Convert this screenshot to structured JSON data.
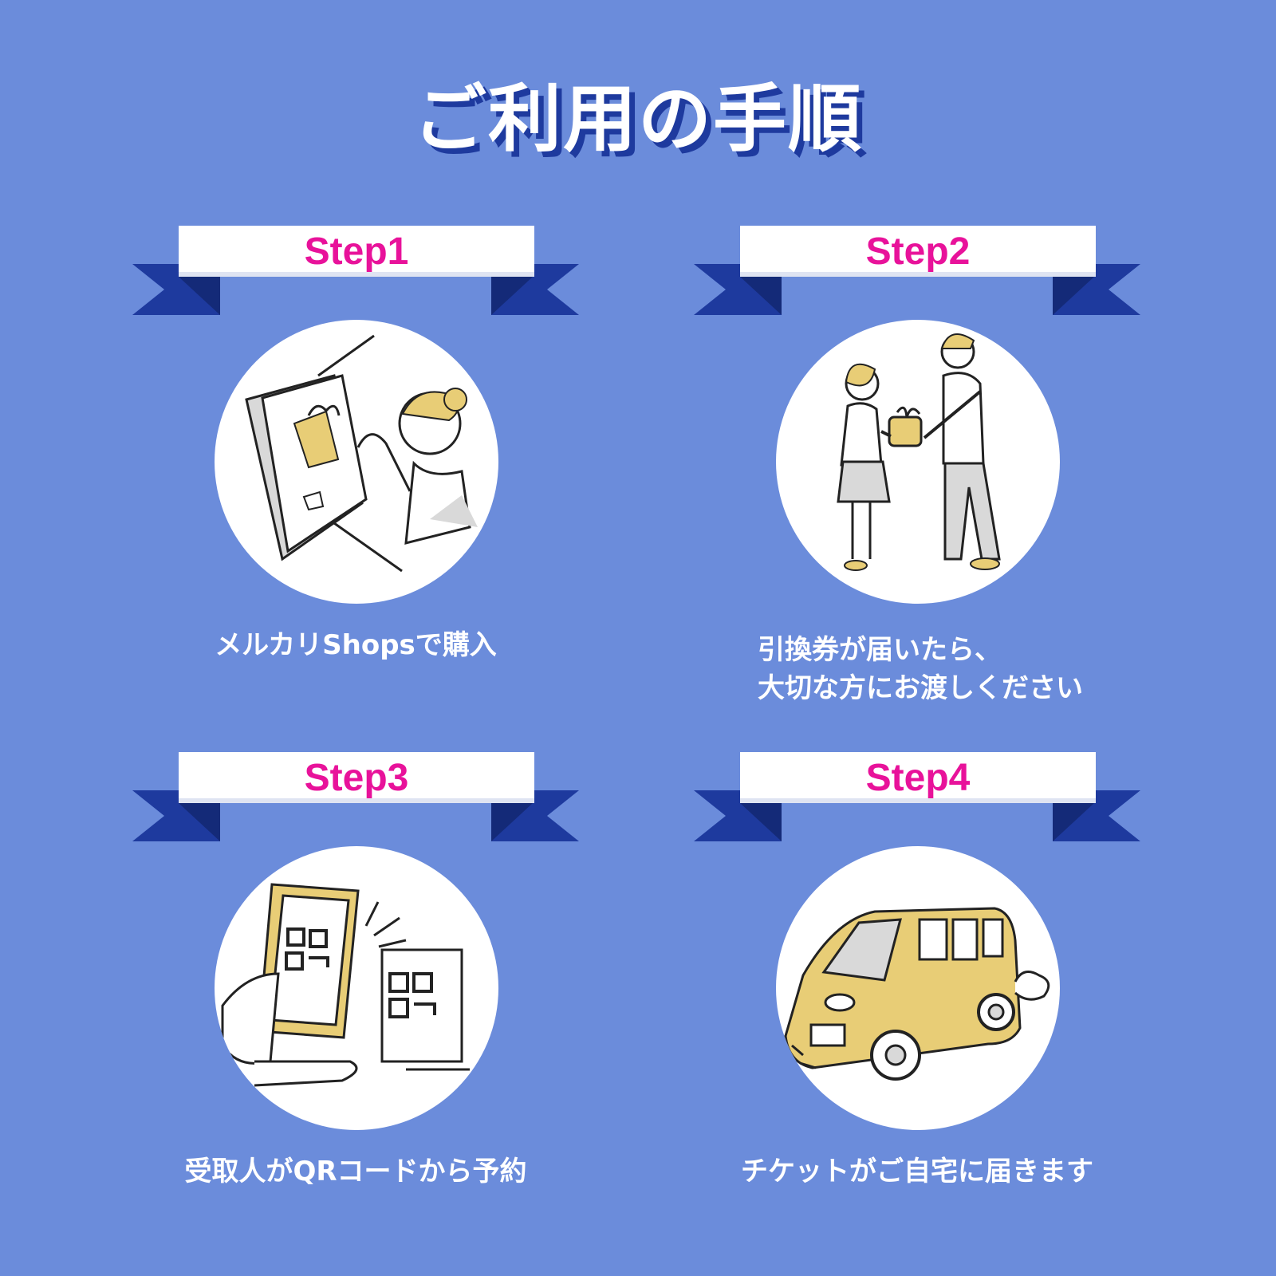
{
  "title": "ご利用の手順",
  "colors": {
    "background": "#6b8cdb",
    "ribbon_dark": "#1e3a9e",
    "step_label": "#e8129a",
    "illustration_accent": "#e8cd76"
  },
  "steps": [
    {
      "label": "Step1",
      "caption_lines": [
        "メルカリShopsで購入"
      ],
      "illustration": "woman-tapping-phone-icon"
    },
    {
      "label": "Step2",
      "caption_lines": [
        "引換券が届いたら、",
        "大切な方にお渡しください"
      ],
      "illustration": "man-giving-gift-to-woman-icon"
    },
    {
      "label": "Step3",
      "caption_lines": [
        "受取人がQRコードから予約"
      ],
      "illustration": "qr-code-scan-icon"
    },
    {
      "label": "Step4",
      "caption_lines": [
        "チケットがご自宅に届きます"
      ],
      "illustration": "delivery-van-icon"
    }
  ]
}
